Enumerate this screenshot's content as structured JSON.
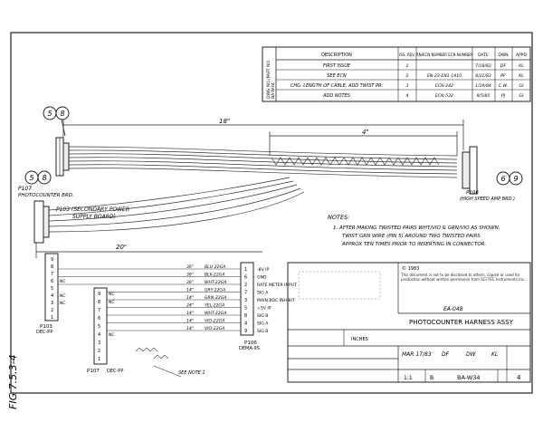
{
  "drawing": {
    "fig_label": "FIG 7.5.3-4",
    "cable_length_total": "18\"",
    "twist_length": "4\"",
    "lower_cable_length": "20\"",
    "notes_title": "NOTES:",
    "notes_lines": [
      "1. AFTER MAKING TWISTED PAIRS WHT/VIO & GRN/VIO AS SHOWN,",
      "TWIST GRN WIRE (PIN 5) AROUND TWO TWISTED PAIRS",
      "APPROX TEN TIMES PRIOR TO INSERTING IN CONNECTOR."
    ],
    "connectors": {
      "p107_label": "P107",
      "p107_desc": "PHOTOCOUNTER BRD.",
      "p103_label": "P103 (SECONDARY POWER",
      "p103_desc": "SUPPLY BOARD)",
      "p106_label": "P106",
      "p106_desc": "(HIGH SPEED AMP BRD.)",
      "bubble_left_a": "5",
      "bubble_left_b": "8",
      "bubble_right_a": "6",
      "bubble_right_b": "9"
    }
  },
  "revision_block": {
    "side_label": "DWG NO./PART NO.",
    "part_no": "BA-W34",
    "headers": [
      "DESCRIPTION",
      "ISS. REV.",
      "RN/ECN NUMBER ECN NUMBER",
      "DATE",
      "DWN",
      "APPD"
    ],
    "rows": [
      [
        "FIRST ISSUE",
        "1",
        "",
        "7/18/83",
        "DF",
        "KL"
      ],
      [
        "SEE ECN",
        "2",
        "EN-23-EN1-1410",
        "8/11/83",
        "PF",
        "KL"
      ],
      [
        "CHG. LENGTH OF CABLE, ADD TWIST PR.",
        "3",
        "ECN-242",
        "1/19/84",
        "C.W.",
        "GI"
      ],
      [
        "ADD NOTES",
        "4",
        "ECN-532",
        "9/5/85",
        "PJ",
        "GI"
      ]
    ]
  },
  "wiring": {
    "left_conn_name": "P103",
    "left_conn_sub": "DEC-PP",
    "mid_conn_name": "P107",
    "mid_conn_sub": "DEC-PP",
    "right_conn_name": "P106",
    "right_conn_sub": "DEMA-9S",
    "see_note": "SEE NOTE 1",
    "left_pins": [
      "9",
      "8",
      "7",
      "6",
      "5",
      "4",
      "3",
      "2",
      "1"
    ],
    "left_nc": [
      "",
      "",
      "",
      "NC",
      "",
      "NC",
      "NC",
      "",
      ""
    ],
    "mid_pins": [
      "9",
      "8",
      "7",
      "6",
      "5",
      "4",
      "3",
      "2",
      "1"
    ],
    "mid_nc": [
      "NC",
      "NC",
      "",
      "",
      "",
      "NC",
      "",
      "",
      ""
    ],
    "wires": [
      {
        "len": "36\"",
        "color": "BLU-22GA"
      },
      {
        "len": "36\"",
        "color": "BLK-22GA"
      },
      {
        "len": "36\"",
        "color": "WHT-22GA"
      },
      {
        "len": "14\"",
        "color": "GRY-22GA"
      },
      {
        "len": "14\"",
        "color": "GRN-22GA"
      },
      {
        "len": "24\"",
        "color": "YEL-22GA"
      },
      {
        "len": "14\"",
        "color": "WHT-22GA"
      },
      {
        "len": "14\"",
        "color": "VIO-22GA"
      },
      {
        "len": "14\"",
        "color": "VIO-22GA"
      }
    ],
    "right_pins": [
      {
        "pin": "1",
        "func": "-8V IP"
      },
      {
        "pin": "6",
        "func": "GND"
      },
      {
        "pin": "2",
        "func": "RATE METER INPUT"
      },
      {
        "pin": "7",
        "func": "SIG A"
      },
      {
        "pin": "3",
        "func": "MAIN BDC INHIBIT"
      },
      {
        "pin": "5",
        "func": "+5V IP"
      },
      {
        "pin": "8",
        "func": "SIG B"
      },
      {
        "pin": "4",
        "func": "SIG A"
      },
      {
        "pin": "9",
        "func": "SIG B"
      }
    ]
  },
  "title_block": {
    "copyright": "© 1983",
    "disclaimer": "This document is not to be disclosed to others, copied or used for production without written permission from SCI-TEC Instruments Inc.",
    "doc_code": "EA-048",
    "title": "PHOTOCOUNTER HARNESS ASSY",
    "units": "INCHES",
    "date": "MAR 17/83",
    "dwn_sig": "DF",
    "chk_sig": "DW",
    "appd_sig": "KL",
    "scale": "1:1",
    "size": "B",
    "drawing_no": "BA-W34",
    "rev": "4"
  }
}
